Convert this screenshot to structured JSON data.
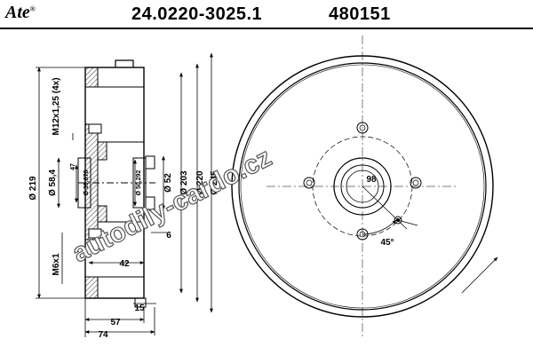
{
  "header": {
    "logo": "Ate",
    "part_number": "24.0220-3025.1",
    "ref_number": "480151"
  },
  "dimensions": {
    "d219": "Ø 219",
    "d58_4": "Ø 58,4",
    "d47": "47",
    "d39_878": "Ø 39,878",
    "d50_292": "Ø 50,292",
    "d52": "Ø 52",
    "d203": "Ø 203",
    "d220": "Ø 220",
    "d245": "Ø 245",
    "thread": "M12x1,25 (4x)",
    "m6": "M6x1",
    "len42": "42",
    "len6": "6",
    "len15": "15",
    "len57": "57",
    "len74": "74",
    "pcd": "98",
    "angle": "45°"
  },
  "watermark": "autodily-cardo.cz"
}
